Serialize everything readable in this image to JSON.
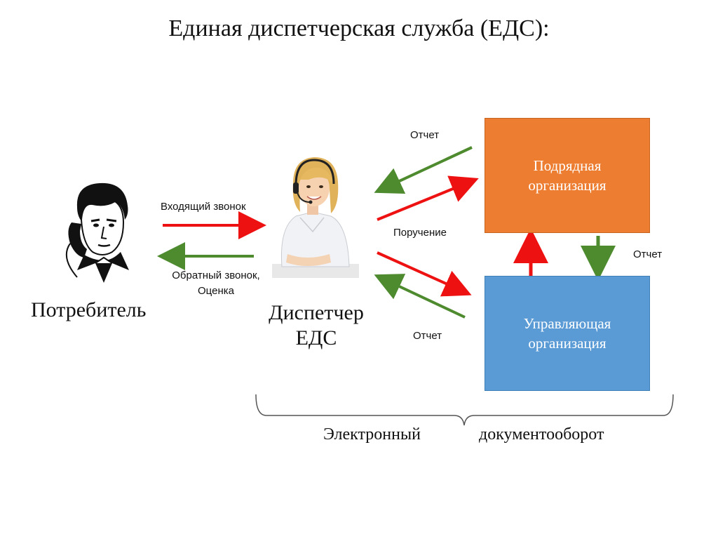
{
  "title": "Единая диспетчерская служба (ЕДС):",
  "consumer": {
    "label": "Потребитель"
  },
  "dispatcher": {
    "line1": "Диспетчер",
    "line2": "ЕДС"
  },
  "contractor": {
    "line1": "Подрядная",
    "line2": "организация",
    "color": "#ED7D31"
  },
  "management": {
    "line1": "Управляющая",
    "line2": "организация",
    "color": "#5B9BD5"
  },
  "arrows": {
    "incoming_call": "Входящий звонок",
    "callback_line1": "Обратный звонок,",
    "callback_line2": "Оценка",
    "report_top": "Отчет",
    "assignment": "Поручение",
    "report_bottom": "Отчет",
    "report_right": "Отчет"
  },
  "brace": {
    "left": "Электронный",
    "right": "документооборот"
  },
  "colors": {
    "red_arrow": "#EE1111",
    "green_arrow": "#4E8A2E"
  }
}
